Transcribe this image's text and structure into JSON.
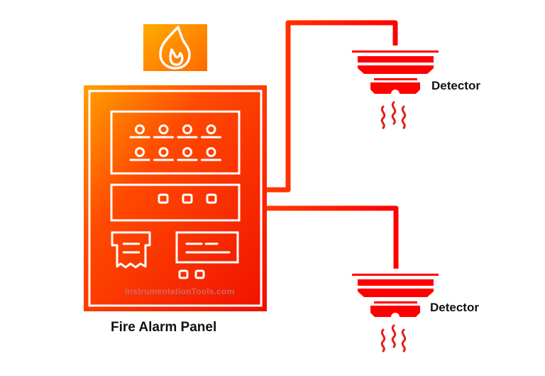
{
  "diagram": {
    "title": "Fire Alarm Panel wiring to detectors",
    "panel_label": "Fire Alarm Panel",
    "watermark": "InstrumentationTools.com",
    "detectors": [
      {
        "label": "Detector"
      },
      {
        "label": "Detector"
      }
    ],
    "indicator_rows": 2,
    "indicators_per_row": 4,
    "control_buttons": 3,
    "keypad_buttons": 2,
    "icons": {
      "badge": "flame-icon",
      "printer": "printer-icon",
      "display": "display-icon",
      "smoke": "smoke-icon"
    },
    "colors": {
      "panel_red": "#f51a00",
      "panel_orange": "#ffa000",
      "wire_red": "#ff0000",
      "badge_orange": "#ff8a00",
      "text": "#111111"
    }
  }
}
